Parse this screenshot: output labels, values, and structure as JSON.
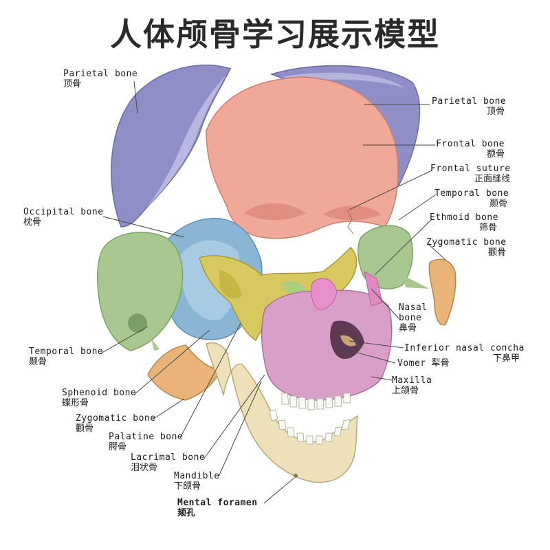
{
  "title": "人体颅骨学习展示模型",
  "labels": {
    "parietal_left": {
      "en": "Parietal bone",
      "zh": "顶骨"
    },
    "parietal_right": {
      "en": "Parietal bone",
      "zh": "顶骨"
    },
    "frontal": {
      "en": "Frontal bone",
      "zh": "额骨"
    },
    "frontal_suture": {
      "en": "Frontal suture",
      "zh": "正面缝线"
    },
    "temporal_right": {
      "en": "Temporal bone",
      "zh": "颞骨"
    },
    "ethmoid": {
      "en": "Ethmoid bone",
      "zh": "筛骨"
    },
    "zygomatic_right": {
      "en": "Zygomatic bone",
      "zh": "颧骨"
    },
    "occipital": {
      "en": "Occipital bone",
      "zh": "枕骨"
    },
    "nasal": {
      "en": "Nasal",
      "en2": "bone",
      "zh": "鼻骨"
    },
    "inferior_nasal": {
      "en": "Inferior nasal concha",
      "zh": "下鼻甲"
    },
    "vomer": {
      "en": "Vomer",
      "zh": "犁骨"
    },
    "maxilla": {
      "en": "Maxilla",
      "zh": "上颌骨"
    },
    "temporal_left": {
      "en": "Temporal bone",
      "zh": "颞骨"
    },
    "sphenoid": {
      "en": "Sphenoid bone",
      "zh": "蝶形骨"
    },
    "zygomatic_left": {
      "en": "Zygomatic bone",
      "zh": "颧骨"
    },
    "palatine": {
      "en": "Palatine bone",
      "zh": "腭骨"
    },
    "lacrimal": {
      "en": "Lacrimal bone",
      "zh": "泪状骨"
    },
    "mandible": {
      "en": "Mandible",
      "zh": "下颌骨"
    },
    "mental_foramen": {
      "en": "Mental foramen",
      "zh": "颏孔"
    }
  },
  "colors": {
    "parietal": "#8f8fc8",
    "frontal": "#f0a898",
    "occipital": "#8ab6d6",
    "temporal": "#a8c890",
    "sphenoid": "#d8c860",
    "maxilla": "#d8a0c8",
    "zygomatic": "#e8b478",
    "mandible": "#eee0b8",
    "ethmoid": "#e890c8",
    "teeth": "#fafaf4"
  }
}
